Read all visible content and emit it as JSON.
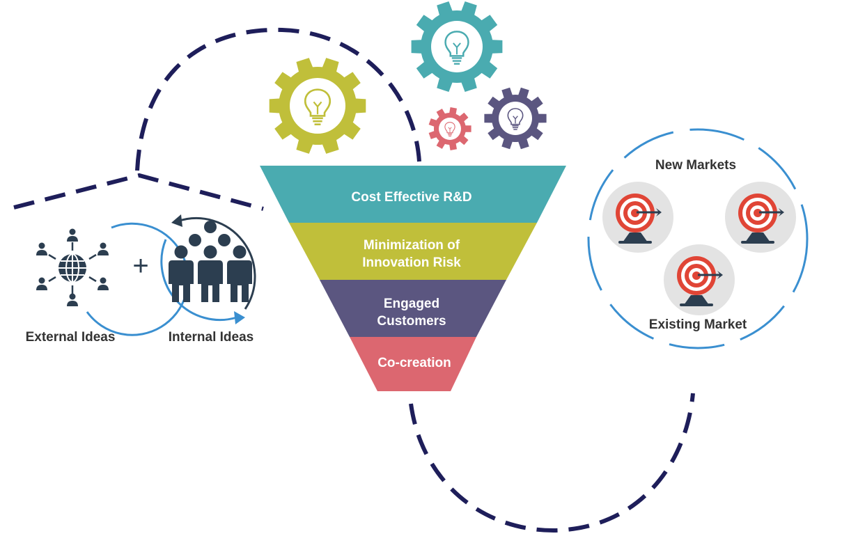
{
  "funnel": {
    "stages": [
      {
        "lines": [
          "Cost Effective R&D"
        ],
        "color": "#4aabb0"
      },
      {
        "lines": [
          "Minimization of",
          "Innovation Risk"
        ],
        "color": "#c0bf3a"
      },
      {
        "lines": [
          "Engaged",
          "Customers"
        ],
        "color": "#5b5680"
      },
      {
        "lines": [
          "Co-creation"
        ],
        "color": "#dc6770"
      }
    ]
  },
  "ideas": {
    "external_label": "External Ideas",
    "internal_label": "Internal Ideas",
    "plus": "+"
  },
  "markets": {
    "new_label": "New Markets",
    "existing_label": "Existing Market"
  },
  "gears": [
    {
      "name": "gear-olive-icon",
      "color": "#c0bf3a"
    },
    {
      "name": "gear-teal-icon",
      "color": "#4aabb0"
    },
    {
      "name": "gear-purple-icon",
      "color": "#5b5680"
    },
    {
      "name": "gear-pink-icon",
      "color": "#dc6770"
    }
  ],
  "colors": {
    "dashed_path": "#1e1e5a",
    "icon_dark": "#2c3e50",
    "ring_blue": "#3a8fd0",
    "text": "#333333",
    "target_red": "#e04536"
  }
}
